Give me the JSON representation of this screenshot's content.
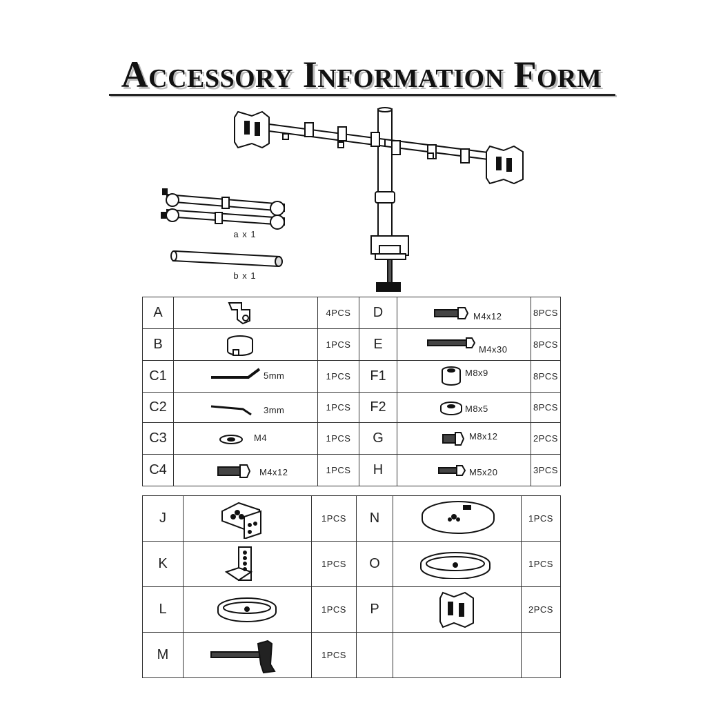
{
  "page": {
    "title": "Accessory Information Form"
  },
  "assembly": {
    "caption_a": "a x 1",
    "caption_b": "b x 1"
  },
  "table1": {
    "rows": [
      {
        "left_label": "A",
        "left_size": "",
        "left_qty": "4PCS",
        "right_label": "D",
        "right_size": "M4x12",
        "right_qty": "8PCS"
      },
      {
        "left_label": "B",
        "left_size": "",
        "left_qty": "1PCS",
        "right_label": "E",
        "right_size": "M4x30",
        "right_qty": "8PCS"
      },
      {
        "left_label": "C1",
        "left_size": "5mm",
        "left_qty": "1PCS",
        "right_label": "F1",
        "right_size": "M8x9",
        "right_qty": "8PCS"
      },
      {
        "left_label": "C2",
        "left_size": "3mm",
        "left_qty": "1PCS",
        "right_label": "F2",
        "right_size": "M8x5",
        "right_qty": "8PCS"
      },
      {
        "left_label": "C3",
        "left_size": "M4",
        "left_qty": "1PCS",
        "right_label": "G",
        "right_size": "M8x12",
        "right_qty": "2PCS"
      },
      {
        "left_label": "C4",
        "left_size": "M4x12",
        "left_qty": "1PCS",
        "right_label": "H",
        "right_size": "M5x20",
        "right_qty": "3PCS"
      }
    ]
  },
  "table2": {
    "rows": [
      {
        "left_label": "J",
        "left_qty": "1PCS",
        "right_label": "N",
        "right_qty": "1PCS"
      },
      {
        "left_label": "K",
        "left_qty": "1PCS",
        "right_label": "O",
        "right_qty": "1PCS"
      },
      {
        "left_label": "L",
        "left_qty": "1PCS",
        "right_label": "P",
        "right_qty": "2PCS"
      },
      {
        "left_label": "M",
        "left_qty": "1PCS",
        "right_label": "",
        "right_qty": ""
      }
    ]
  }
}
